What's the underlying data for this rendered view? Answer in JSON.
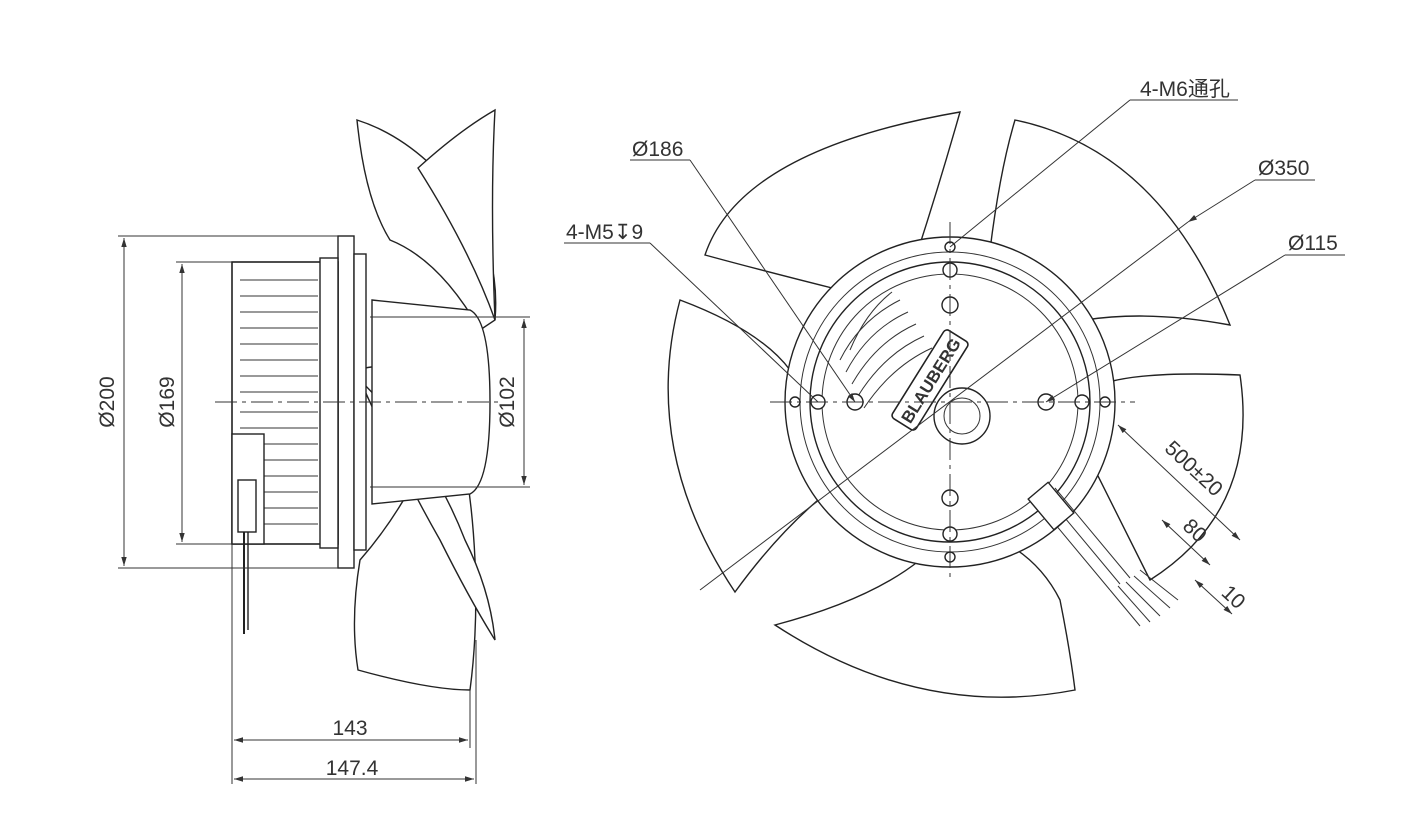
{
  "side_view": {
    "dim_diameter_200": "Ø200",
    "dim_diameter_169": "Ø169",
    "dim_diameter_102": "Ø102",
    "dim_length_143": "143",
    "dim_length_147_4": "147.4"
  },
  "front_view": {
    "callout_holes_m6": "4-M6通孔",
    "callout_diameter_186": "Ø186",
    "callout_diameter_350": "Ø350",
    "callout_threads_m5": "4-M5↧9",
    "callout_diameter_115": "Ø115",
    "dim_cable_length": "500±20",
    "dim_cable_80": "80",
    "dim_cable_10": "10",
    "brand_logo": "BLAUBERG",
    "brand_logo_text": "BLAUBERG"
  },
  "colors": {
    "line": "#222222",
    "background": "#ffffff"
  }
}
